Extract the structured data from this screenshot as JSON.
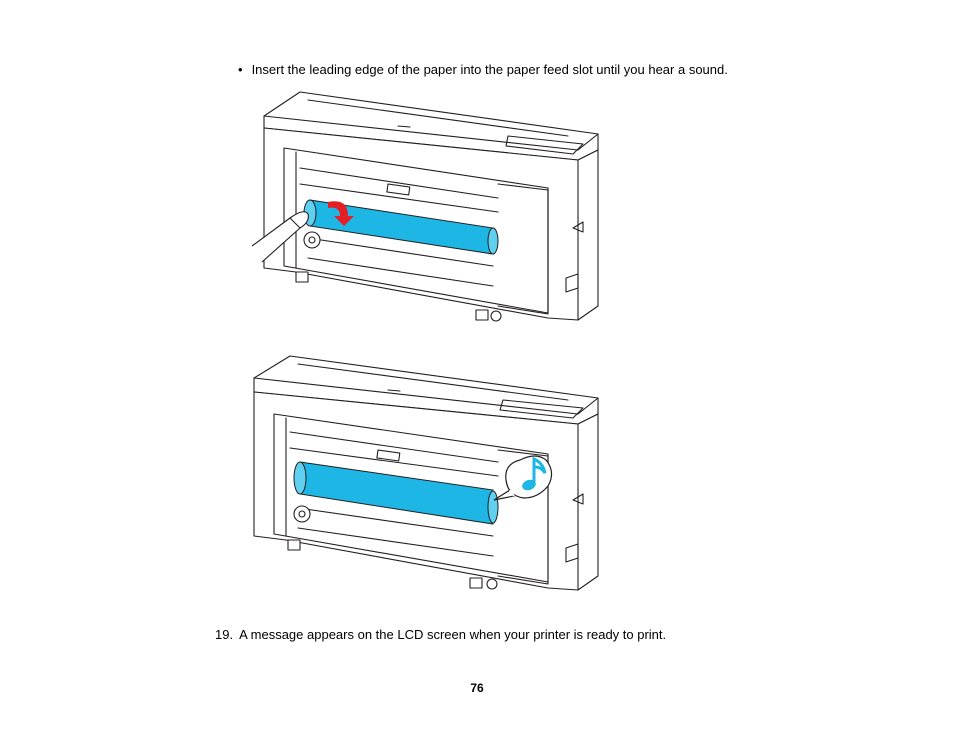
{
  "instructions": {
    "bullet": {
      "marker": "•",
      "text": "Insert the leading edge of the paper into the paper feed slot until you hear a sound."
    },
    "step": {
      "number": "19.",
      "text": "A message appears on the LCD screen when your printer is ready to print."
    }
  },
  "page_number": "76",
  "illustrations": [
    {
      "id": "insert-paper",
      "icons": [
        "red-arrow-icon",
        "hand-icon"
      ],
      "accent": "#e31e24",
      "paper_color": "#1eb6e4"
    },
    {
      "id": "paper-inserted",
      "icons": [
        "music-note-icon"
      ],
      "accent": "#1eb6e4",
      "paper_color": "#1eb6e4"
    }
  ]
}
